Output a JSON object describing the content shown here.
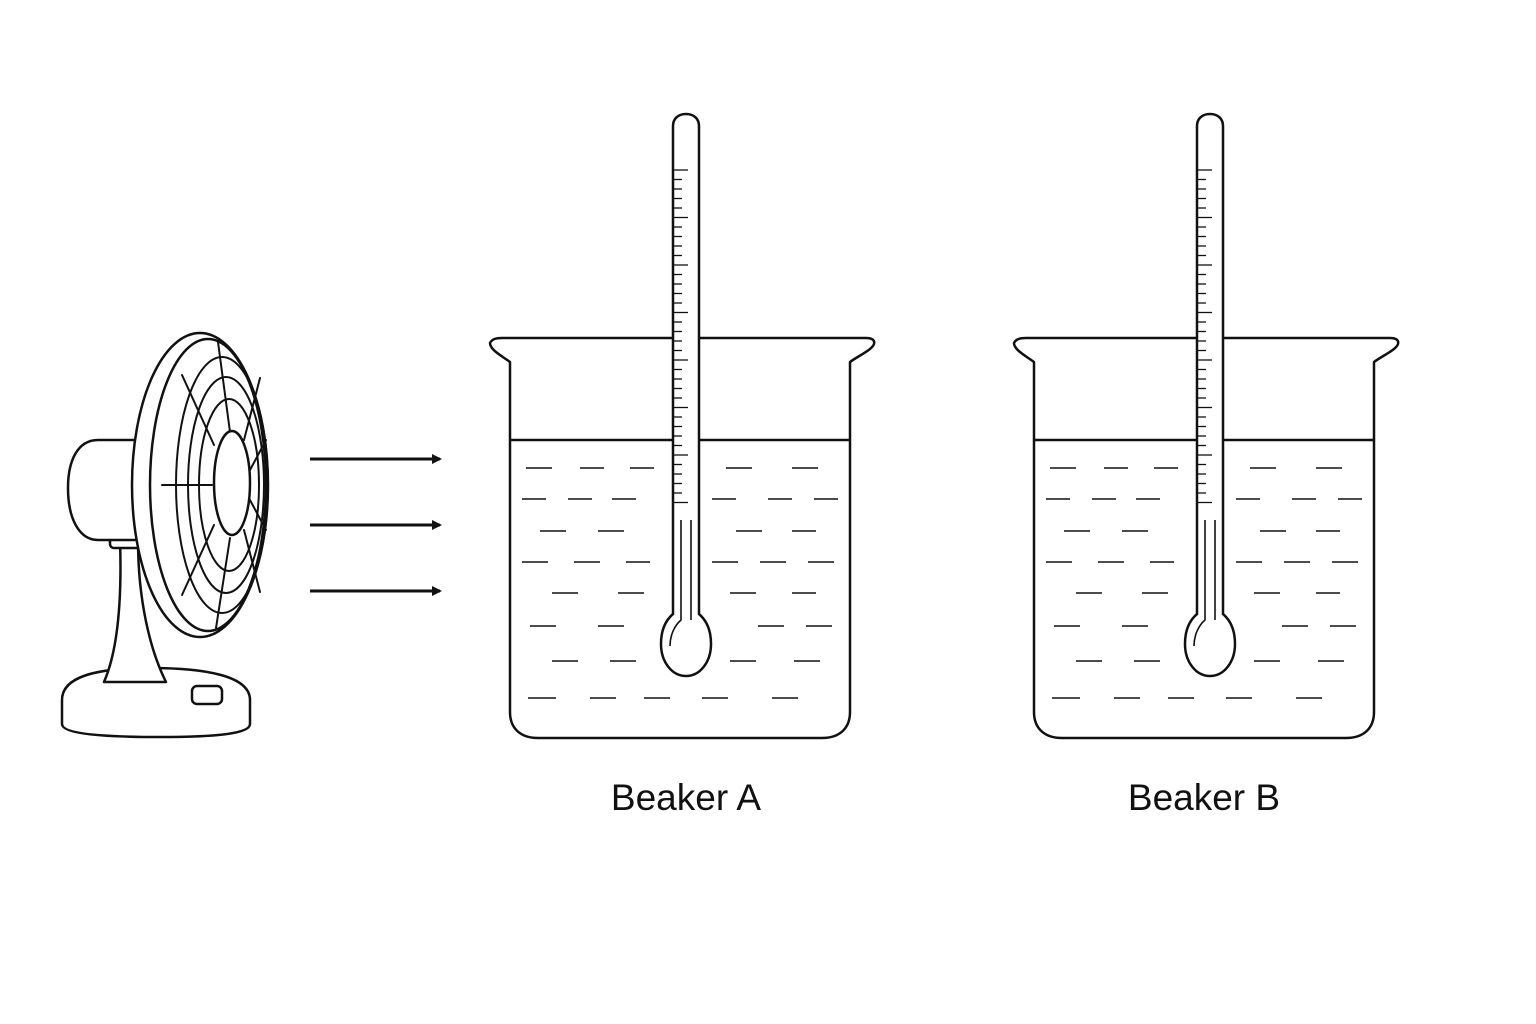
{
  "beakers": [
    {
      "label": "Beaker A"
    },
    {
      "label": "Beaker B"
    }
  ],
  "airflow_arrow_count": 3,
  "colors": {
    "stroke": "#111111",
    "background": "#ffffff"
  },
  "icons": [
    "desk-fan-icon",
    "arrow-right-icon",
    "beaker-icon",
    "thermometer-icon"
  ]
}
